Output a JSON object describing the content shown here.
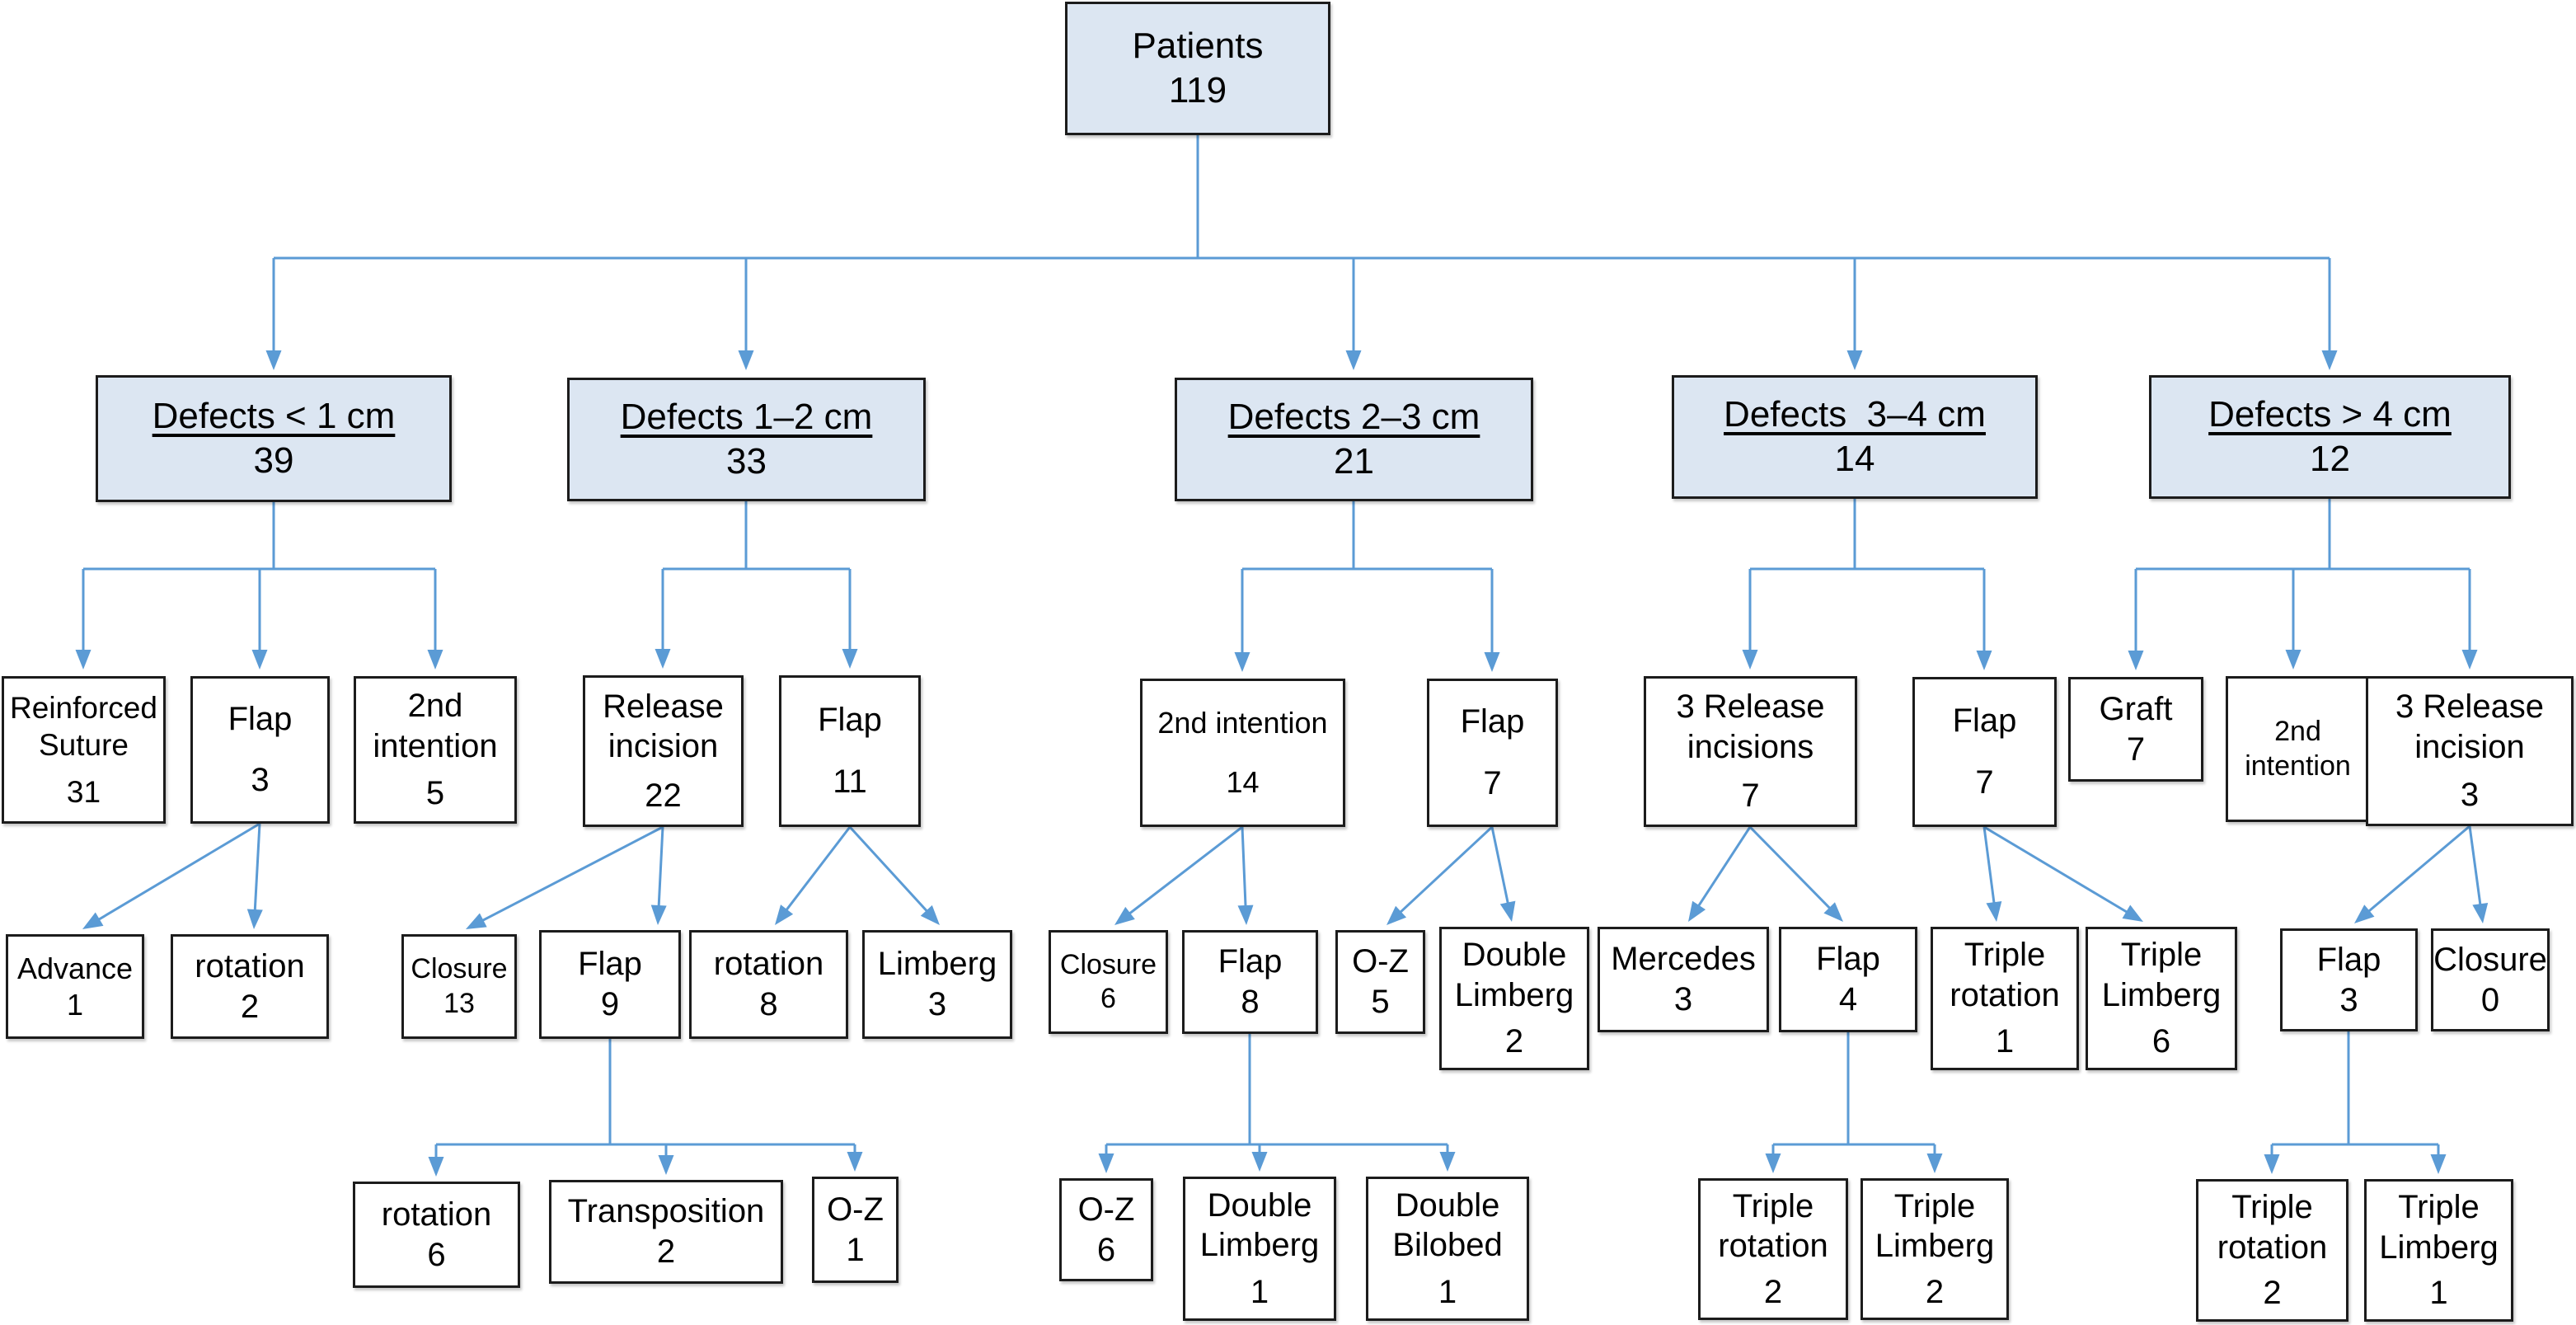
{
  "colors": {
    "node_fill_highlight": "#dce6f2",
    "node_fill": "#ffffff",
    "node_border": "#1c1c1c",
    "connector": "#5b9bd5",
    "text": "#000000"
  },
  "diagram": {
    "nodes": [
      {
        "id": "patients",
        "label": "Patients",
        "value": "119",
        "level": 1
      },
      {
        "id": "d1",
        "label": "Defects < 1 cm",
        "value": "39",
        "level": 2
      },
      {
        "id": "d2",
        "label": "Defects 1–2 cm",
        "value": "33",
        "level": 2
      },
      {
        "id": "d3",
        "label": "Defects 2–3 cm",
        "value": "21",
        "level": 2
      },
      {
        "id": "d4",
        "label": "Defects  3–4 cm",
        "value": "14",
        "level": 2
      },
      {
        "id": "d5",
        "label": "Defects > 4 cm",
        "value": "12",
        "level": 2
      },
      {
        "id": "reinforced-suture",
        "label": "Reinforced Suture",
        "value": "31",
        "level": 3
      },
      {
        "id": "flap-lt1",
        "label": "Flap",
        "value": "3",
        "level": 3
      },
      {
        "id": "second-intention-lt1",
        "label": "2nd intention",
        "value": "5",
        "level": 3
      },
      {
        "id": "release-incision",
        "label": "Release incision",
        "value": "22",
        "level": 3
      },
      {
        "id": "flap-12",
        "label": "Flap",
        "value": "11",
        "level": 3
      },
      {
        "id": "second-intention-23",
        "label": "2nd intention",
        "value": "14",
        "level": 3
      },
      {
        "id": "flap-23",
        "label": "Flap",
        "value": "7",
        "level": 3
      },
      {
        "id": "three-release-incisions",
        "label": "3 Release incisions",
        "value": "7",
        "level": 3
      },
      {
        "id": "flap-34",
        "label": "Flap",
        "value": "7",
        "level": 3
      },
      {
        "id": "graft",
        "label": "Graft",
        "value": "7",
        "level": 3
      },
      {
        "id": "second-intention-gt4",
        "label": "2nd intention",
        "value": "",
        "level": 3
      },
      {
        "id": "three-release-incision-gt4",
        "label": "3 Release incision",
        "value": "3",
        "level": 3
      },
      {
        "id": "advance",
        "label": "Advance",
        "value": "1",
        "level": 4
      },
      {
        "id": "rotation-lt1",
        "label": "rotation",
        "value": "2",
        "level": 4
      },
      {
        "id": "closure-13",
        "label": "Closure",
        "value": "13",
        "level": 4
      },
      {
        "id": "flap-9",
        "label": "Flap",
        "value": "9",
        "level": 4
      },
      {
        "id": "rotation-8",
        "label": "rotation",
        "value": "8",
        "level": 4
      },
      {
        "id": "limberg-3",
        "label": "Limberg",
        "value": "3",
        "level": 4
      },
      {
        "id": "closure-6",
        "label": "Closure",
        "value": "6",
        "level": 4
      },
      {
        "id": "flap-8",
        "label": "Flap",
        "value": "8",
        "level": 4
      },
      {
        "id": "oz-5",
        "label": "O-Z",
        "value": "5",
        "level": 4
      },
      {
        "id": "double-limberg-2",
        "label": "Double Limberg",
        "value": "2",
        "level": 4
      },
      {
        "id": "mercedes",
        "label": "Mercedes",
        "value": "3",
        "level": 4
      },
      {
        "id": "flap-4",
        "label": "Flap",
        "value": "4",
        "level": 4
      },
      {
        "id": "triple-rotation-1",
        "label": "Triple rotation",
        "value": "1",
        "level": 4
      },
      {
        "id": "triple-limberg-6",
        "label": "Triple Limberg",
        "value": "6",
        "level": 4
      },
      {
        "id": "flap-3-gt4",
        "label": "Flap",
        "value": "3",
        "level": 4
      },
      {
        "id": "closure-0",
        "label": "Closure",
        "value": "0",
        "level": 4
      },
      {
        "id": "rotation-6",
        "label": "rotation",
        "value": "6",
        "level": 5
      },
      {
        "id": "transposition-2",
        "label": "Transposition",
        "value": "2",
        "level": 5
      },
      {
        "id": "oz-1",
        "label": "O-Z",
        "value": "1",
        "level": 5
      },
      {
        "id": "oz-6",
        "label": "O-Z",
        "value": "6",
        "level": 5
      },
      {
        "id": "double-limberg-1",
        "label": "Double Limberg",
        "value": "1",
        "level": 5
      },
      {
        "id": "double-bilobed-1",
        "label": "Double Bilobed",
        "value": "1",
        "level": 5
      },
      {
        "id": "triple-rotation-2a",
        "label": "Triple rotation",
        "value": "2",
        "level": 5
      },
      {
        "id": "triple-limberg-2",
        "label": "Triple Limberg",
        "value": "2",
        "level": 5
      },
      {
        "id": "triple-rotation-2b",
        "label": "Triple rotation",
        "value": "2",
        "level": 5
      },
      {
        "id": "triple-limberg-1",
        "label": "Triple Limberg",
        "value": "1",
        "level": 5
      }
    ]
  }
}
